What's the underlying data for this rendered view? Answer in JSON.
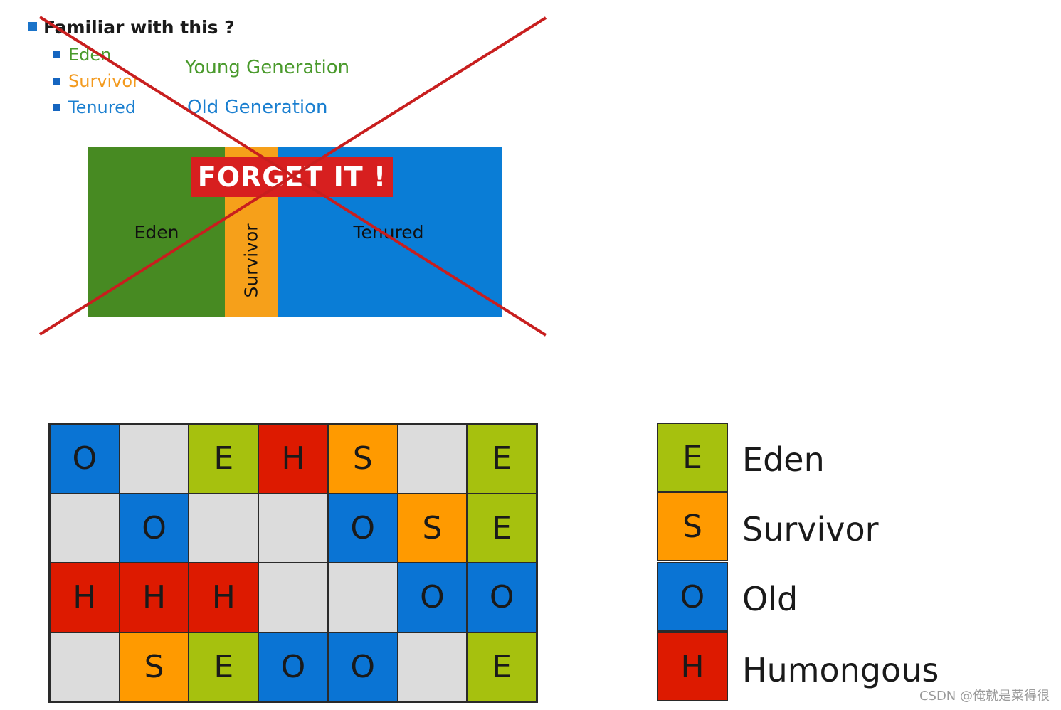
{
  "heading": "Familiar with this ?",
  "old_model": {
    "items": [
      {
        "label": "Eden",
        "color": "#4a9a2c"
      },
      {
        "label": "Survivor",
        "color": "#f39a1e"
      },
      {
        "label": "Tenured",
        "color": "#1a7fd0"
      }
    ],
    "young_generation": "Young Generation",
    "old_generation": "Old Generation",
    "segments": {
      "eden": "Eden",
      "survivor": "Survivor",
      "tenured": "Tenured"
    },
    "banner": "FORGET IT !"
  },
  "region_grid": {
    "rows": [
      [
        "O",
        "",
        "E",
        "H",
        "S",
        "",
        "E"
      ],
      [
        "",
        "O",
        "",
        "",
        "O",
        "S",
        "E"
      ],
      [
        "H",
        "H",
        "H",
        "",
        "",
        "O",
        "O"
      ],
      [
        "",
        "S",
        "E",
        "O",
        "O",
        "",
        "E"
      ]
    ]
  },
  "legend": [
    {
      "code": "E",
      "label": "Eden"
    },
    {
      "code": "S",
      "label": "Survivor"
    },
    {
      "code": "O",
      "label": "Old"
    },
    {
      "code": "H",
      "label": "Humongous"
    }
  ],
  "colors": {
    "E": "#a6c10e",
    "S": "#ff9a00",
    "O": "#0a74d4",
    "H": "#dd1a00",
    "empty": "#dcdcdc",
    "cross": "#c81e1e"
  },
  "watermark": "CSDN @俺就是菜得很"
}
